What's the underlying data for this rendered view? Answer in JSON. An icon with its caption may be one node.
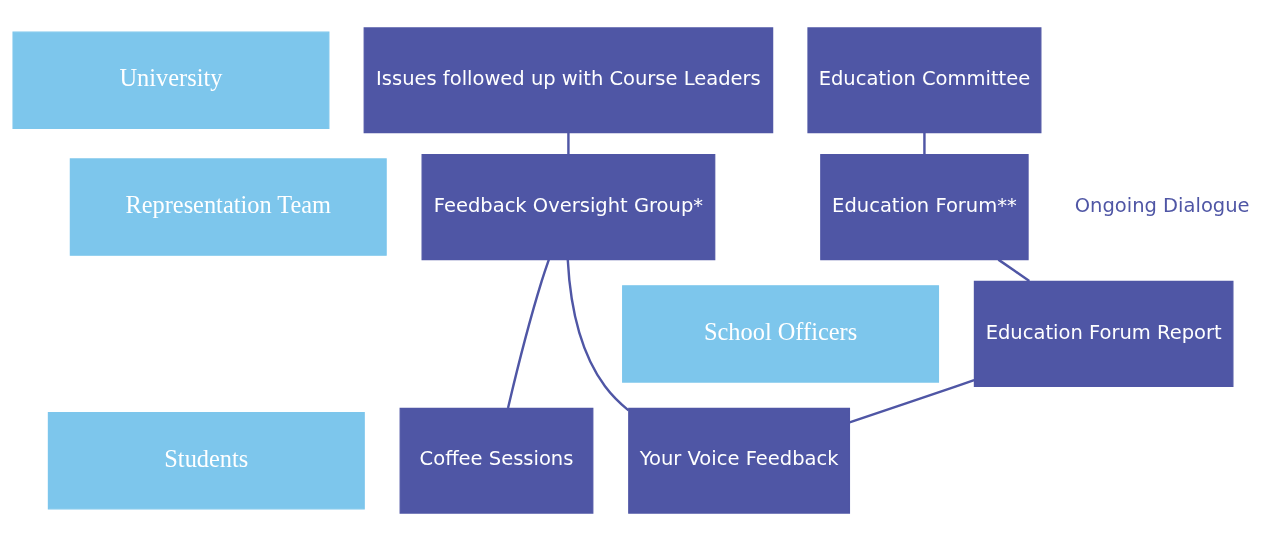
{
  "diagram": {
    "nodes": [
      {
        "text": [
          "University"
        ]
      },
      {
        "text": [
          "Representation Team"
        ]
      },
      {
        "text": [
          "School Officers"
        ]
      },
      {
        "text": [
          "Students"
        ]
      },
      {
        "text": [
          "Issues followed up with Course Leaders"
        ]
      },
      {
        "text": [
          "Education Committee"
        ]
      },
      {
        "text": [
          "Feedback Oversight Group*"
        ]
      },
      {
        "text": [
          "Education Forum**"
        ]
      },
      {
        "text": [
          "Education Forum Report"
        ]
      },
      {
        "text": [
          "Coffee Sessions"
        ]
      },
      {
        "text": [
          "Your Voice Feedback"
        ]
      }
    ],
    "edges": [
      {
        "from": 4,
        "to": 6,
        "arrow": "none"
      },
      {
        "from": 5,
        "to": 7,
        "arrow": "none"
      },
      {
        "from": 7,
        "to": 8,
        "arrow": "none"
      },
      {
        "from": 8,
        "to": 10,
        "arrow": "none"
      },
      {
        "from": 6,
        "to": 9,
        "arrow": "none"
      },
      {
        "from": 6,
        "to": 10,
        "arrow": "none"
      }
    ],
    "labels": [
      "Ongoing Dialogue"
    ]
  }
}
